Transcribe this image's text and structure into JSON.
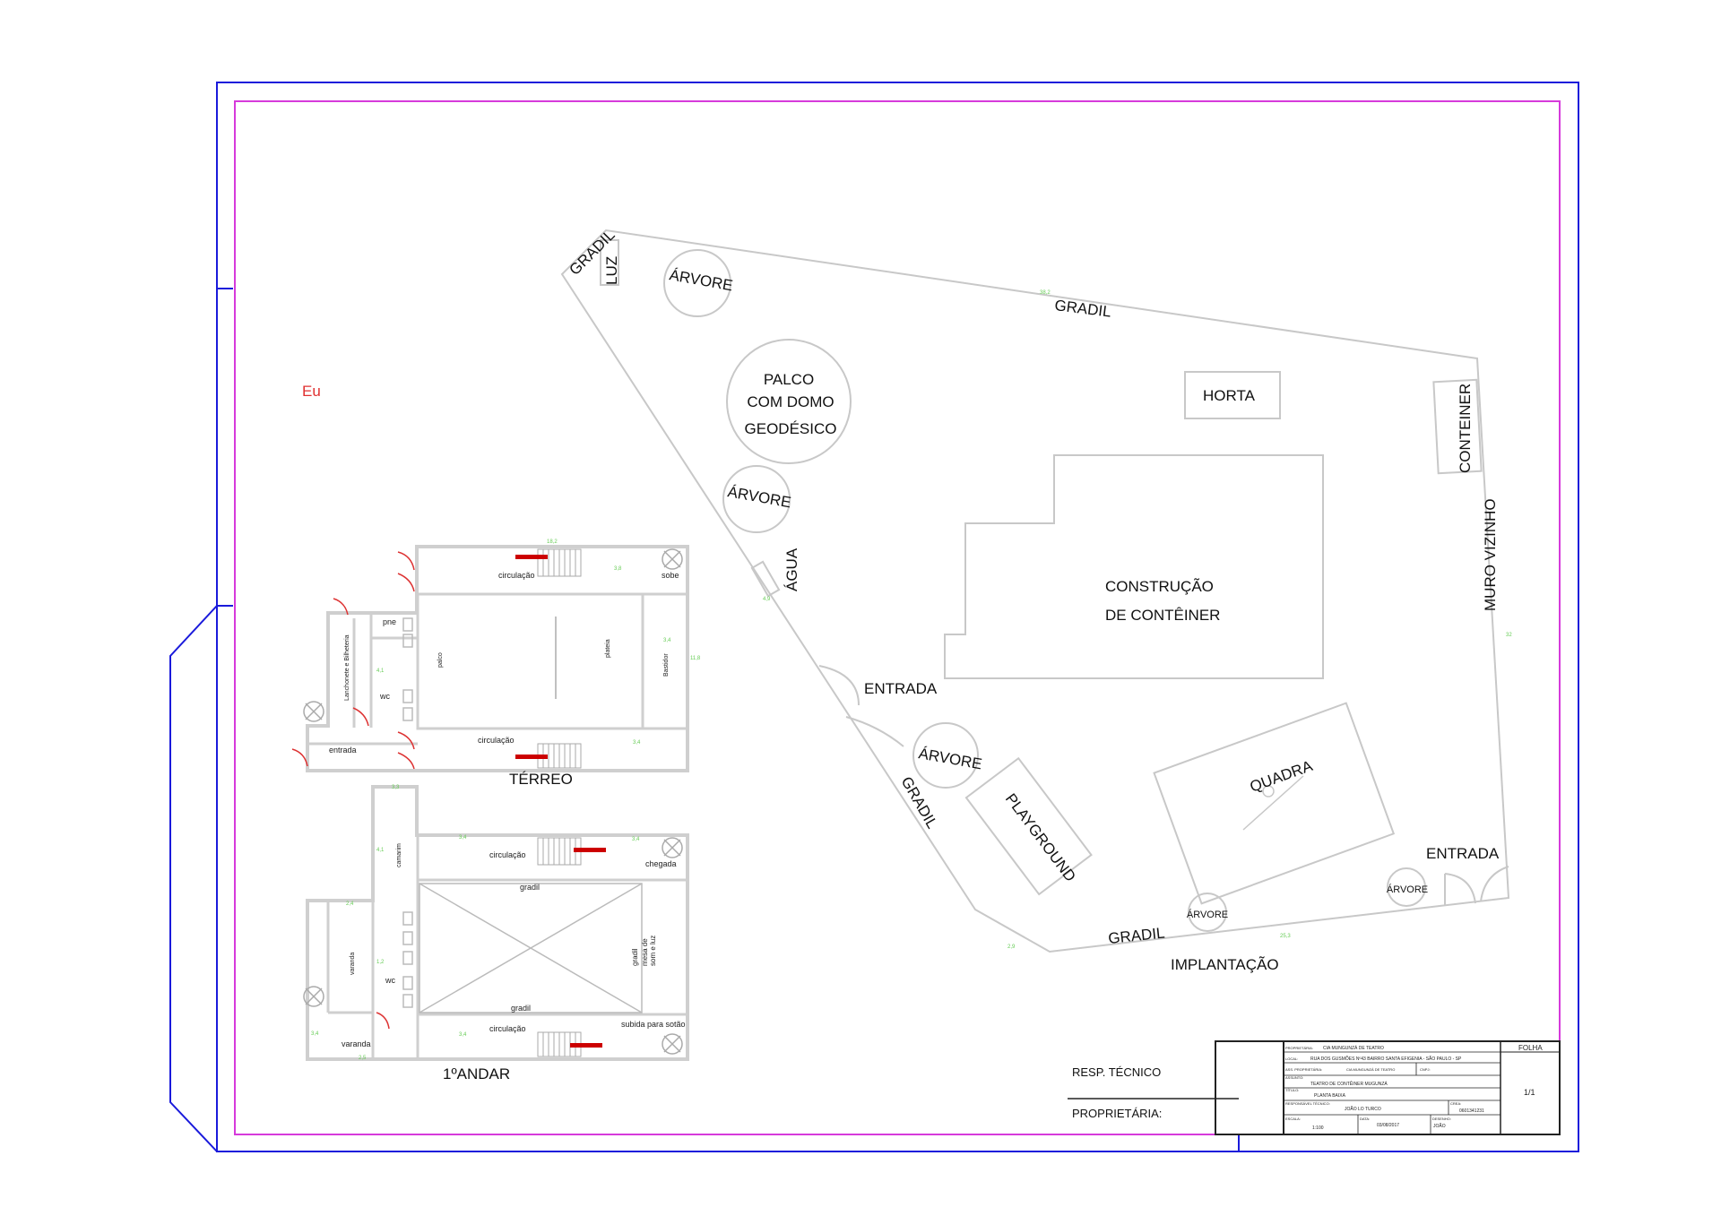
{
  "note": "Eu",
  "site": {
    "gradil": "GRADIL",
    "luz": "LUZ",
    "arvore": "ÁRVORE",
    "stage": [
      "PALCO",
      "COM DOMO",
      "GEODÉSICO"
    ],
    "agua": "ÁGUA",
    "entrada": "ENTRADA",
    "horta": "HORTA",
    "conteiner": "CONTEINER",
    "muro": "MURO VIZINHO",
    "construcao": [
      "CONSTRUÇÃO",
      "DE CONTÊINER"
    ],
    "quadra": "QUADRA",
    "playground": "PLAYGROUND",
    "title": "IMPLANTAÇÃO"
  },
  "ground": {
    "title": "TÉRREO",
    "circulacao": "circulação",
    "sobe": "sobe",
    "pne": "pne",
    "wc": "wc",
    "palco": "palco",
    "plateia": "plateia",
    "bastidor": "Bastidor",
    "lanchonete": "Lanchonete e Bilheteria",
    "entrada": "entrada"
  },
  "first": {
    "title": "1ºANDAR",
    "circulacao": "circulação",
    "chegada": "chegada",
    "camarim": "camarim",
    "gradil": "gradil",
    "mesa": [
      "mesa de",
      "som e luz"
    ],
    "wc": "wc",
    "varanda": "varanda",
    "subida": "subida para sotão"
  },
  "title_block": {
    "resp": "RESP. TÉCNICO",
    "prop": "PROPRIETÁRIA:",
    "proprietaria_label": "PROPRIETÁRIA:",
    "proprietaria": "CIA MUNGUNZÁ DE TEATRO",
    "local_label": "LOCAL:",
    "local": "RUA DOS GUSMÕES Nº43  BAIRRO SANTA EFIGENIA - SÃO PAULO - SP",
    "ass_label": "ASS. PROPRIETÁRIA:",
    "ass": "CIA  MUNGUNZÁ DE TEATRO",
    "cnpj": "CNPJ:",
    "assunto_label": "ASSUNTO:",
    "assunto": "TEATRO DE CONTÊINER MUGUNZÁ",
    "titulo_label": "TÍTULO:",
    "titulo": "PLANTA BAIXA",
    "resp_label": "RESPONSÁVEL TÉCNICO:",
    "resp_name": "JOÃO LO TURCO",
    "crea_label": "CREA:",
    "crea": "0601341231",
    "escala_label": "ESCALA:",
    "escala": "1:100",
    "data_label": "DATA:",
    "data": "03/08/2017",
    "desenho_label": "DESENHO:",
    "desenho": "JOÃO",
    "folha": "FOLHA",
    "sheet": "1/1"
  },
  "colors": {
    "outer_frame": "#1a1adb",
    "inner_frame": "#d63adb",
    "site_lines": "#c8c8c8",
    "walls": "#cfcfcf",
    "accent_red": "#cc0000",
    "dimension_green": "#66cc55"
  }
}
